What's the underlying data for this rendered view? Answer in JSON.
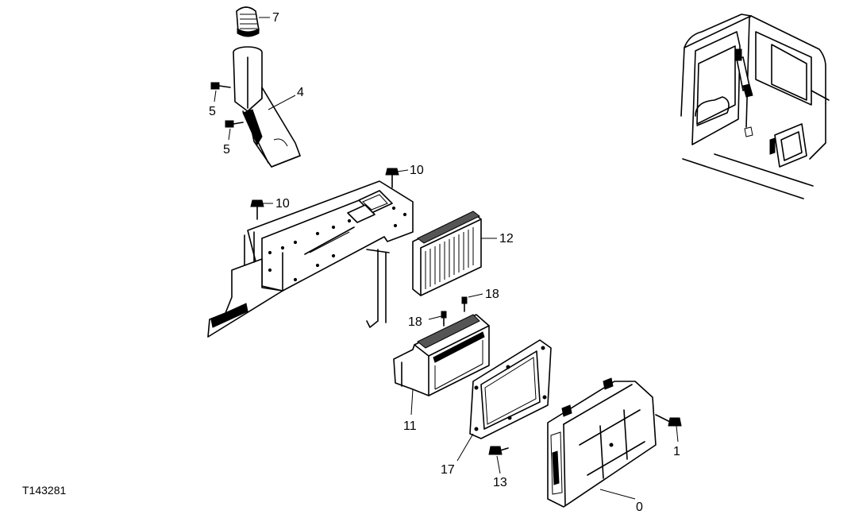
{
  "figure_id": "T143281",
  "callouts": {
    "c7": "7",
    "c4": "4",
    "c5a": "5",
    "c5b": "5",
    "c10a": "10",
    "c10b": "10",
    "c12": "12",
    "c18a": "18",
    "c18b": "18",
    "c11": "11",
    "c17": "17",
    "c13": "13",
    "c1": "1",
    "c0": "0"
  }
}
